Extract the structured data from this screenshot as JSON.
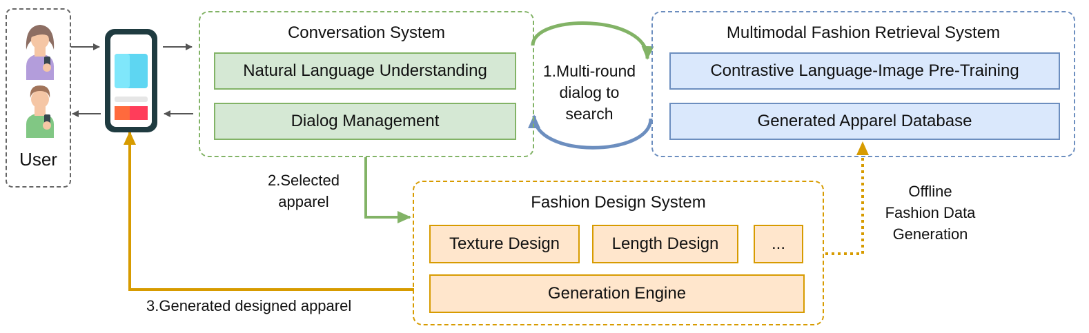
{
  "user": {
    "label": "User"
  },
  "conversation_system": {
    "title": "Conversation System",
    "modules": [
      "Natural Language Understanding",
      "Dialog Management"
    ]
  },
  "retrieval_system": {
    "title": "Multimodal Fashion Retrieval System",
    "modules": [
      "Contrastive Language-Image Pre-Training",
      "Generated Apparel Database"
    ]
  },
  "design_system": {
    "title": "Fashion Design System",
    "modules": [
      "Texture Design",
      "Length Design",
      "...",
      "Generation Engine"
    ]
  },
  "edges": {
    "search_dialog": [
      "1.Multi-round",
      "dialog to",
      "search"
    ],
    "selected_apparel": [
      "2.Selected",
      "apparel"
    ],
    "generated_apparel": "3.Generated designed apparel",
    "offline_generation": [
      "Offline",
      "Fashion Data",
      "Generation"
    ]
  },
  "colors": {
    "green": "#82b366",
    "blue": "#6c8ebf",
    "orange": "#d79b00",
    "gray": "#555555"
  }
}
